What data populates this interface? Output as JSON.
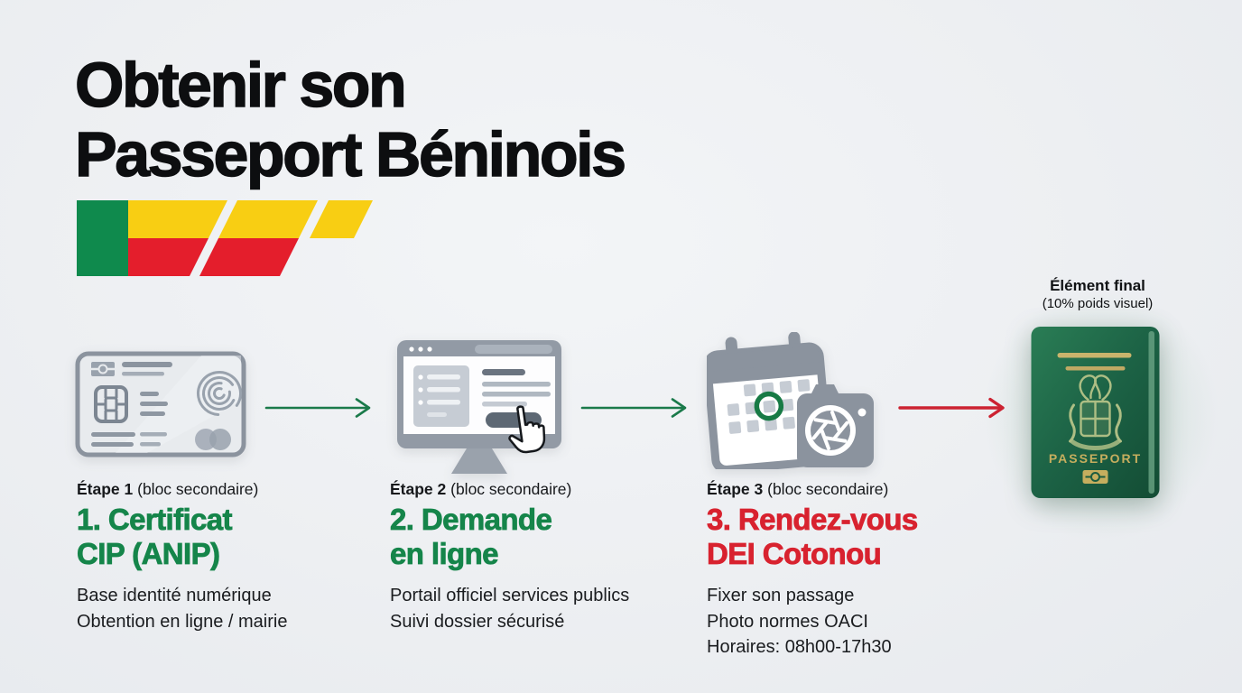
{
  "title": {
    "line1": "Obtenir son",
    "line2": "Passeport Béninois"
  },
  "flag_colors": {
    "green": "#0f8a4d",
    "yellow": "#f8ce13",
    "red": "#e41e2c"
  },
  "flow": {
    "icons": [
      "id-card-icon",
      "monitor-click-icon",
      "calendar-camera-icon",
      "passport-icon"
    ],
    "arrows": [
      {
        "direction": "right",
        "color": "#1a7a4a"
      },
      {
        "direction": "right",
        "color": "#1a7a4a"
      },
      {
        "direction": "right",
        "color": "#cc2231"
      }
    ]
  },
  "final_element": {
    "title": "Élément final",
    "subtitle": "(10% poids visuel)",
    "passport_label": "PASSEPORT"
  },
  "steps": [
    {
      "tag": "Étape 1",
      "tag_note": "(bloc secondaire)",
      "heading1": "1. Certificat",
      "heading2": "CIP (ANIP)",
      "heading_color": "#15854a",
      "body": [
        "Base identité numérique",
        "Obtention en ligne / mairie"
      ]
    },
    {
      "tag": "Étape 2",
      "tag_note": "(bloc secondaire)",
      "heading1": "2. Demande",
      "heading2": "en ligne",
      "heading_color": "#15854a",
      "body": [
        "Portail officiel services publics",
        "Suivi dossier sécurisé"
      ]
    },
    {
      "tag": "Étape 3",
      "tag_note": "(bloc secondaire)",
      "heading1": "3. Rendez-vous",
      "heading2": "DEI Cotonou",
      "heading_color": "#d8222f",
      "body": [
        "Fixer son passage",
        "Photo normes OACI",
        "Horaires: 08h00-17h30"
      ]
    }
  ],
  "accent_colors": {
    "title_black": "#0d0e10",
    "icon_gray": "#8b939e",
    "icon_gray_light": "#c6ccd4",
    "passport_green": "#1c6245",
    "passport_gold": "#c6ae5e",
    "calendar_ring_green": "#177a45"
  }
}
